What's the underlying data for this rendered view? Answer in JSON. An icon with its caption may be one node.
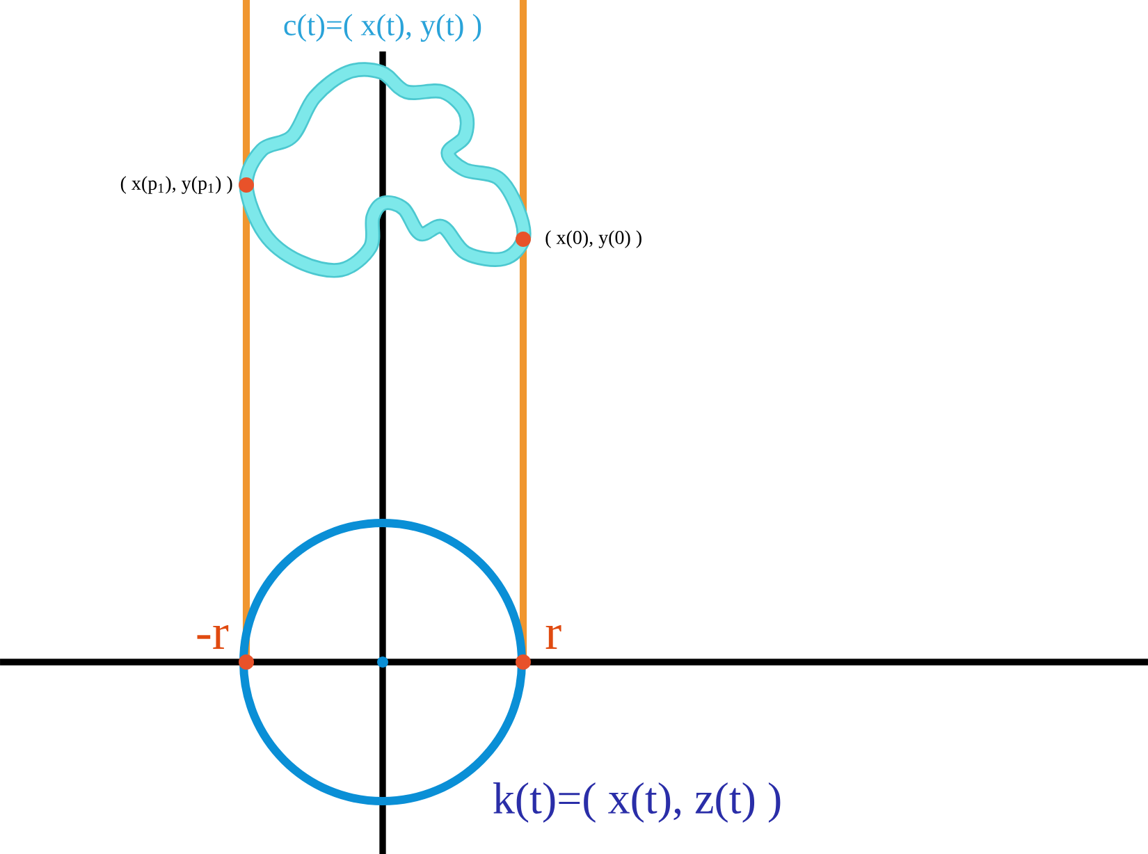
{
  "diagram": {
    "labels": [
      "c(t)=( x(t), y(t) )",
      "( x(p$_{1}$), y(p$_{1}$) )",
      "( x(0), y(0) )",
      "-r",
      "r",
      "k(t)=( x(t), z(t) )"
    ]
  }
}
